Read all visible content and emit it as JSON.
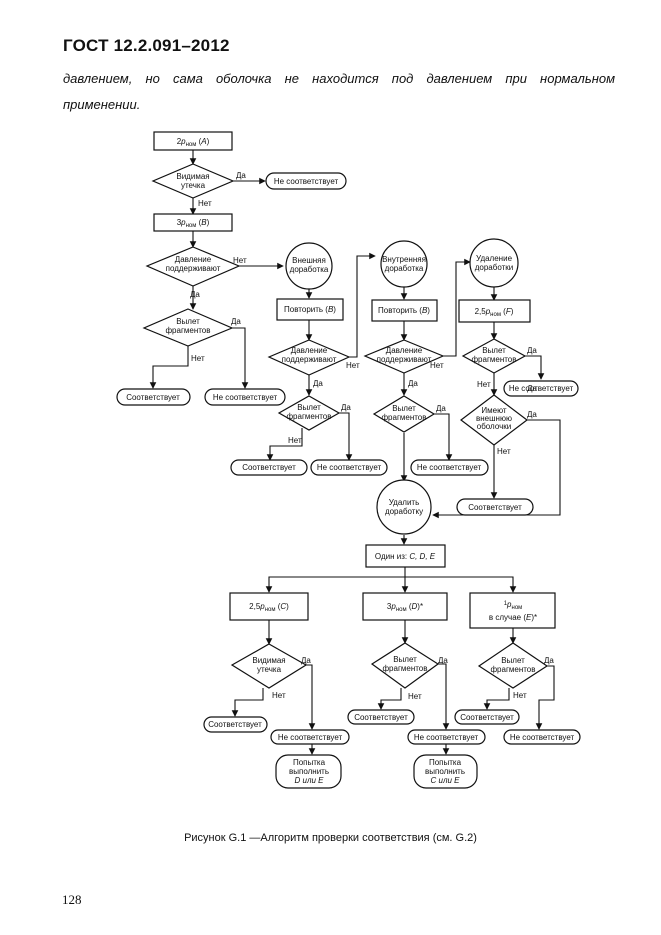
{
  "header": {
    "title": "ГОСТ 12.2.091–2012"
  },
  "intro": {
    "line1": "давлением, но сама оболочка не находится под давлением при нормальном",
    "line2": "применении."
  },
  "flowchart": {
    "n_2p": [
      "2",
      "p",
      "ном",
      " (",
      "A",
      ")"
    ],
    "d_leak1": [
      "Видимая",
      "утечка"
    ],
    "yes": "Да",
    "no": "Нет",
    "nc": "Не соответствует",
    "c": "Соответствует",
    "n_3p": [
      "3",
      "p",
      "ном",
      " (",
      "B",
      ")"
    ],
    "d_press": [
      "Давление",
      "поддерживают"
    ],
    "c_ext": [
      "Внешняя",
      "доработка"
    ],
    "c_int": [
      "Внутренняя",
      "доработка"
    ],
    "c_rem": [
      "Удаление",
      "доработки"
    ],
    "repeat_b": [
      "Повторить (",
      "B",
      ")"
    ],
    "n_25f": [
      "2,5",
      "p",
      "ном",
      " (",
      "F",
      ")"
    ],
    "d_frag": [
      "Вылет",
      "фрагментов"
    ],
    "d_shell": [
      "Имеют",
      "внешнюю",
      "оболочки"
    ],
    "c_remove": [
      "Удалить",
      "доработку"
    ],
    "one_of": [
      "Один из: ",
      "C, D, E"
    ],
    "n_25c": [
      "2,5",
      "p",
      "ном",
      " (",
      "C",
      ")"
    ],
    "n_3d": [
      "3",
      "p",
      "ном",
      " (",
      "D",
      ")*"
    ],
    "n_1e": [
      "1",
      "p",
      "ном",
      "в случае (",
      "E",
      ")*"
    ],
    "try_de": [
      "Попытка",
      "выполнить",
      "D или E"
    ],
    "try_ce": [
      "Попытка",
      "выполнить",
      "C или E"
    ]
  },
  "caption": "Рисунок G.1 —Алгоритм проверки соответствия (см. G.2)",
  "page_number": "128"
}
